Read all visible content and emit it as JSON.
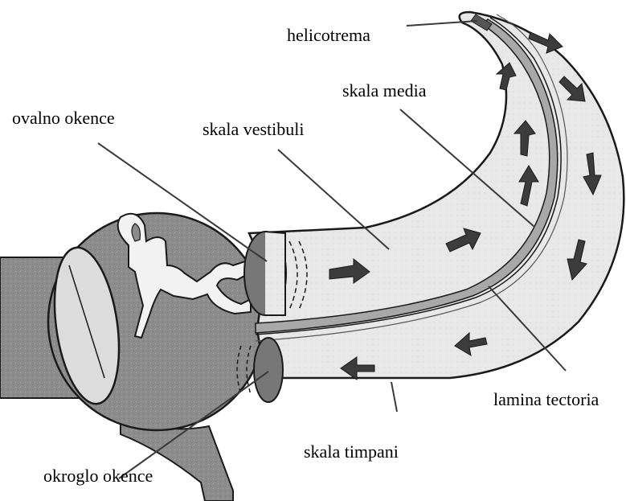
{
  "labels": {
    "helicotrema": "helicotrema",
    "skala_media": "skala media",
    "ovalno_okence": "ovalno okence",
    "skala_vestibuli": "skala vestibuli",
    "lamina_tectoria": "lamina tectoria",
    "skala_timpani": "skala timpani",
    "okroglo_okence": "okroglo okence"
  },
  "colors": {
    "ear_tissue": "#8c8c8c",
    "duct_fill": "#e6e6e6",
    "outline": "#1a1a1a",
    "arrow": "#3c3c3c",
    "leader_line": "#3a3a3a"
  }
}
